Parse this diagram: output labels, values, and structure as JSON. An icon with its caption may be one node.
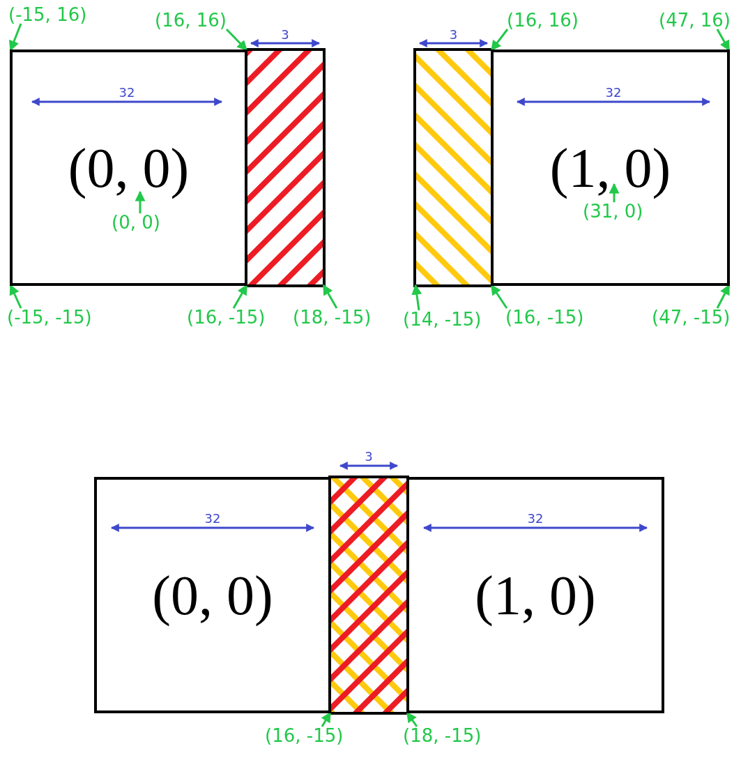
{
  "diagram": {
    "nodes": [
      {
        "text": [
          "(0, 0)"
        ]
      },
      {
        "text": [
          "(1, 0)"
        ]
      },
      {
        "text": [
          "(0, 0)"
        ]
      },
      {
        "text": [
          "(1, 0)"
        ]
      },
      {
        "text": [
          "(-15, 16)"
        ]
      },
      {
        "text": [
          "(16, 16)"
        ]
      },
      {
        "text": [
          "(16, 16)"
        ]
      },
      {
        "text": [
          "(47, 16)"
        ]
      },
      {
        "text": [
          "(0, 0)"
        ],
        "in": 0
      },
      {
        "text": [
          "(31, 0)"
        ],
        "in": 1
      },
      {
        "text": [
          "(-15, -15)"
        ]
      },
      {
        "text": [
          "(16, -15)"
        ]
      },
      {
        "text": [
          "(18, -15)"
        ]
      },
      {
        "text": [
          "(14, -15)"
        ]
      },
      {
        "text": [
          "(16, -15)"
        ]
      },
      {
        "text": [
          "(47, -15)"
        ]
      },
      {
        "text": [
          "(16, -15)"
        ]
      },
      {
        "text": [
          "(18, -15)"
        ]
      },
      {
        "text": [],
        "shape": "box"
      },
      {
        "text": [],
        "shape": "box"
      },
      {
        "text": [],
        "shape": "box"
      }
    ],
    "edges": [
      {
        "from": 4,
        "to": 0,
        "arrow": "to"
      },
      {
        "from": 5,
        "to": 0,
        "arrow": "to"
      },
      {
        "from": 6,
        "to": 1,
        "arrow": "to"
      },
      {
        "from": 7,
        "to": 1,
        "arrow": "to"
      },
      {
        "from": 8,
        "to": 0,
        "arrow": "to"
      },
      {
        "from": 9,
        "to": 1,
        "arrow": "to"
      },
      {
        "from": 10,
        "to": 0,
        "arrow": "to"
      },
      {
        "from": 11,
        "to": 0,
        "arrow": "to"
      },
      {
        "from": 12,
        "to": 18,
        "arrow": "to"
      },
      {
        "from": 13,
        "to": 19,
        "arrow": "to"
      },
      {
        "from": 14,
        "to": 1,
        "arrow": "to"
      },
      {
        "from": 15,
        "to": 1,
        "arrow": "to"
      },
      {
        "from": 16,
        "to": 2,
        "arrow": "to"
      },
      {
        "from": 17,
        "to": 3,
        "arrow": "to"
      }
    ],
    "labels": [
      "3",
      "32",
      "3",
      "32",
      "3",
      "32",
      "32"
    ]
  }
}
